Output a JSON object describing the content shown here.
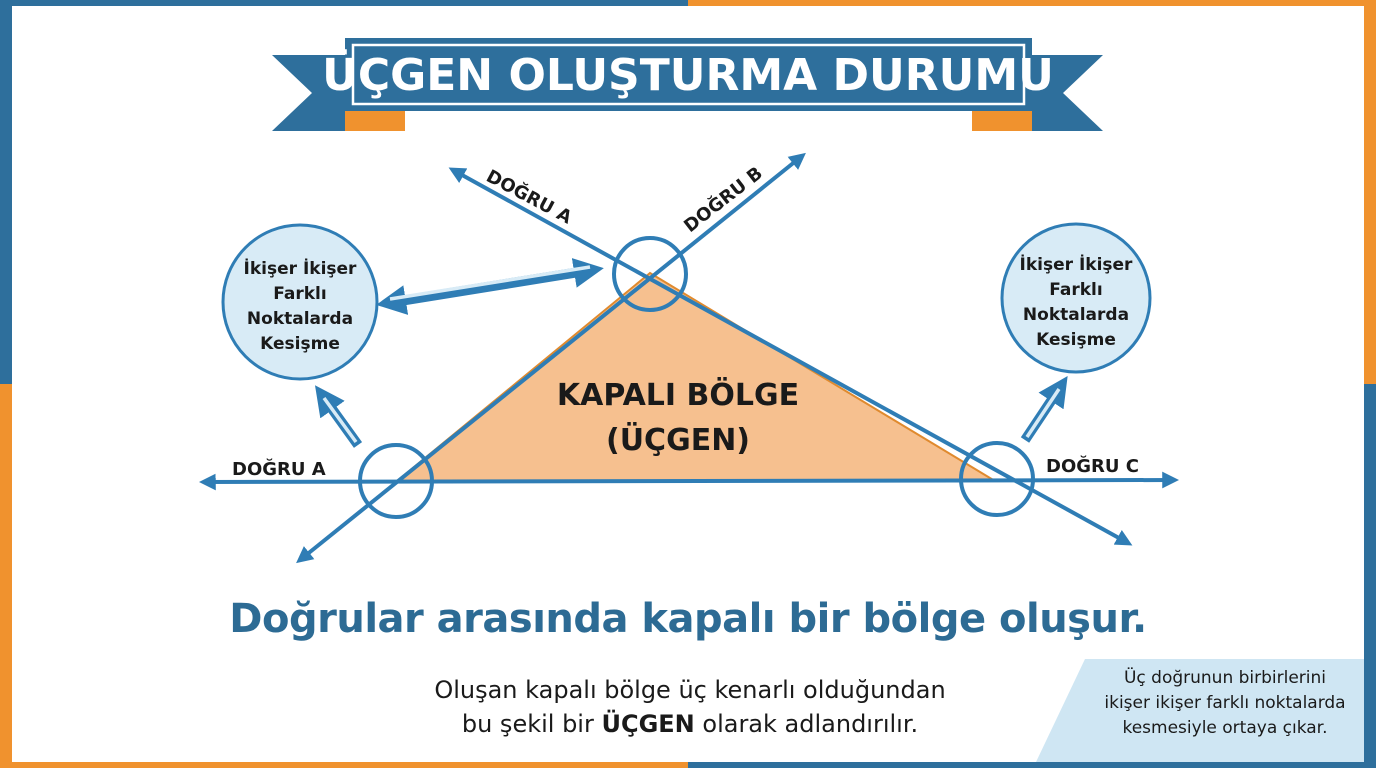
{
  "banner": {
    "title": "ÜÇGEN OLUŞTURMA DURUMU"
  },
  "lines": {
    "line_a_upper": "DOĞRU A",
    "line_b_upper": "DOĞRU B",
    "line_a_lower": "DOĞRU A",
    "line_c_lower": "DOĞRU C"
  },
  "callouts": {
    "left": [
      "İkişer İkişer",
      "Farklı",
      "Noktalarda",
      "Kesişme"
    ],
    "right": [
      "İkişer İkişer",
      "Farklı",
      "Noktalarda",
      "Kesişme"
    ]
  },
  "region": {
    "line1": "KAPALI BÖLGE",
    "line2": "(ÜÇGEN)"
  },
  "headline": "Doğrular arasında kapalı bir bölge oluşur.",
  "description": {
    "line1": "Oluşan kapalı bölge üç kenarlı olduğundan",
    "line2_before": "bu şekil bir ",
    "line2_bold": "ÜÇGEN",
    "line2_after": " olarak adlandırılır."
  },
  "note": {
    "line1": "Üç doğrunun birbirlerini",
    "line2": "ikişer ikişer farklı noktalarda",
    "line3": "kesmesiyle ortaya çıkar."
  },
  "colors": {
    "blue": "#2e6f9c",
    "line_blue": "#2f7db5",
    "orange": "#f0922e",
    "triangle_fill": "#f6c08f",
    "callout_fill": "#d8ebf6",
    "note_fill": "#cfe6f3"
  }
}
